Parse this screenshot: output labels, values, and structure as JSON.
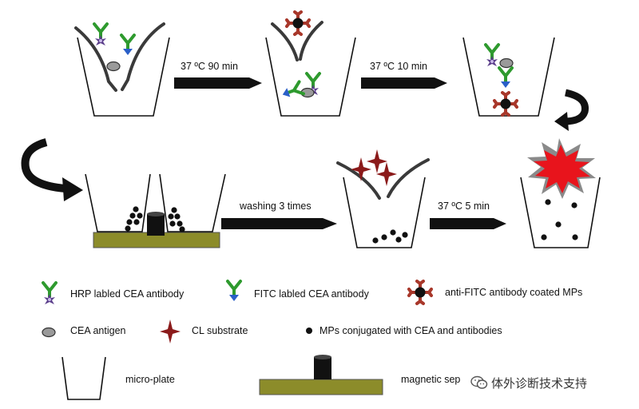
{
  "steps": {
    "step1": "37 ºC 90 min",
    "step2": "37 ºC 10 min",
    "step3": "washing 3 times",
    "step4": "37 ºC 5 min"
  },
  "legend": {
    "hrp_antibody": "HRP labled CEA antibody",
    "fitc_antibody": "FITC labled CEA antibody",
    "anti_fitc_mps": "anti-FITC antibody coated MPs",
    "cea_antigen": "CEA antigen",
    "cl_substrate": "CL substrate",
    "mps_conjugated": "MPs conjugated with CEA and antibodies",
    "micro_plate": "micro-plate",
    "magnetic_separator": "magnetic sep"
  },
  "watermark": {
    "text": "体外诊断技术支持",
    "icon": "wechat-icon"
  },
  "colors": {
    "antibody_green": "#2e9a2e",
    "hrp_purple": "#5a3d8a",
    "fitc_blue": "#2a5fc8",
    "mp_core": "#111111",
    "anti_fitc_red": "#a8372a",
    "cl_red": "#8b1a1a",
    "antigen_gray": "#9a9a9a",
    "magnet_base": "#8c8c2a",
    "burst_red": "#e8141c",
    "burst_gray": "#8a8a8a"
  }
}
